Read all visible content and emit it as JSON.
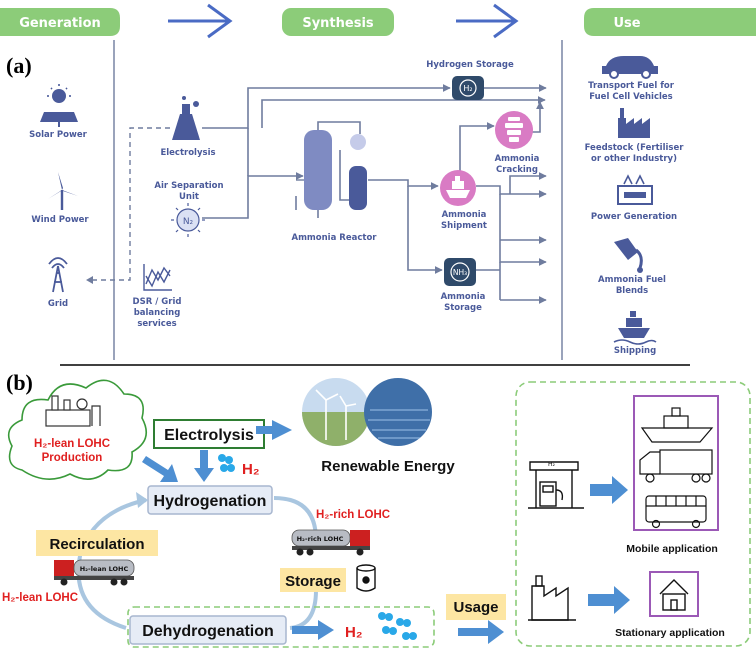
{
  "panel_a": {
    "label": "(a)",
    "headers": {
      "generation": "Generation",
      "synthesis": "Synthesis",
      "use": "Use"
    },
    "generation": {
      "solar": "Solar Power",
      "wind": "Wind Power",
      "grid": "Grid"
    },
    "synthesis": {
      "electrolysis": "Electrolysis",
      "air_separation_l1": "Air Separation",
      "air_separation_l2": "Unit",
      "n2_symbol": "N₂",
      "dsr_l1": "DSR / Grid",
      "dsr_l2": "balancing",
      "dsr_l3": "services",
      "reactor": "Ammonia Reactor",
      "h2_storage": "Hydrogen Storage",
      "h2_symbol": "H₂",
      "cracking_l1": "Ammonia",
      "cracking_l2": "Cracking",
      "shipment_l1": "Ammonia",
      "shipment_l2": "Shipment",
      "storage_l1": "Ammonia",
      "storage_l2": "Storage",
      "nh3_symbol": "NH₃"
    },
    "use": {
      "transport_l1": "Transport Fuel for",
      "transport_l2": "Fuel Cell Vehicles",
      "feedstock_l1": "Feedstock (Fertiliser",
      "feedstock_l2": "or other Industry)",
      "power": "Power Generation",
      "blends_l1": "Ammonia Fuel",
      "blends_l2": "Blends",
      "shipping": "Shipping"
    }
  },
  "panel_b": {
    "label": "(b)",
    "lean_production_l1": "H₂-lean LOHC",
    "lean_production_l2": "Production",
    "electrolysis": "Electrolysis",
    "h2": "H₂",
    "renewable": "Renewable Energy",
    "hydrogenation": "Hydrogenation",
    "h2_rich_lohc": "H₂-rich LOHC",
    "truck_rich": "H₂-rich LOHC",
    "recirculation": "Recirculation",
    "truck_lean": "H₂-lean LOHC",
    "h2_lean_lohc": "H₂-lean LOHC",
    "storage": "Storage",
    "dehydrogenation": "Dehydrogenation",
    "h2_out": "H₂",
    "usage": "Usage",
    "mobile": "Mobile application",
    "stationary": "Stationary application",
    "h2_pump": "H₂"
  },
  "colors": {
    "header_green": "#8ccc79",
    "navy": "#4a5a9a",
    "pink": "#d97bc4",
    "blue_arrow": "#4e8fd2",
    "red_text": "#e02020",
    "yellow": "#fde6a3"
  }
}
